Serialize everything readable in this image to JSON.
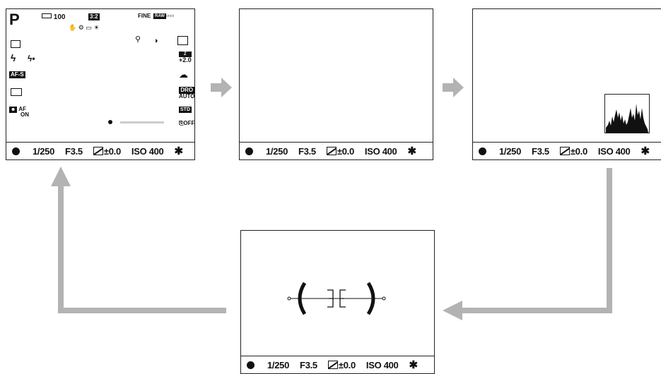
{
  "status_bar": {
    "shutter": "1/250",
    "aperture": "F3.5",
    "exposure": "±0.0",
    "iso": "ISO 400",
    "star": "✱"
  },
  "screen1": {
    "mode": "P",
    "shots_remaining": "100",
    "aspect_ratio": "3:2",
    "quality": "FINE",
    "dro_label": "DRO",
    "dro_value": "AUTO",
    "ev_comp": "+2.0",
    "af_on_label": "AF",
    "af_on_sub": "ON",
    "af_mode": "AF-S",
    "off_label": "OFF"
  },
  "colors": {
    "arrow": "#b3b3b3",
    "frame": "#222222"
  }
}
